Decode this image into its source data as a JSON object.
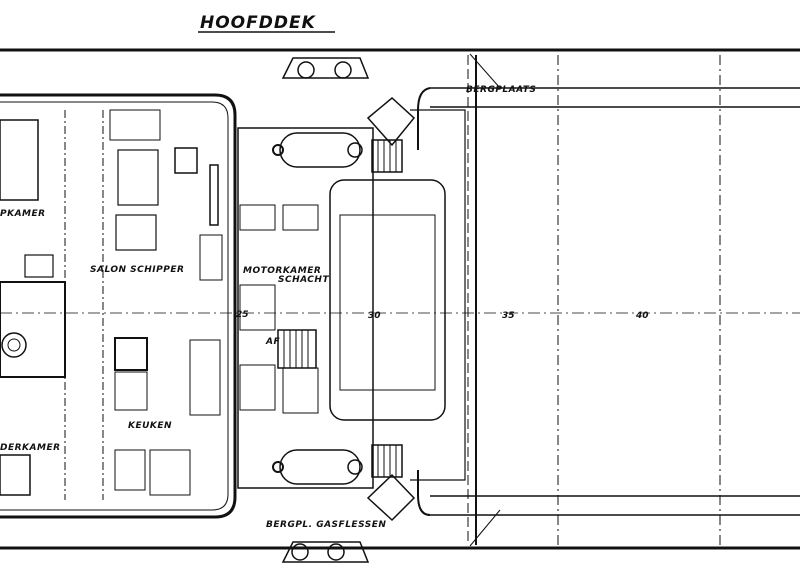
{
  "drawing": {
    "title": "HOOFDDEK",
    "labels": {
      "bergplaats": "BERGPLAATS",
      "kamer_top": "PKAMER",
      "salon": "SALON SCHIPPER",
      "motorkamer": "MOTORKAMER",
      "schacht": "SCHACHT",
      "af": "AF",
      "keuken": "KEUKEN",
      "kamer_bottom": "DERKAMER",
      "bergpl_gas": "BERGPL. GASFLESSEN"
    },
    "frame_numbers": [
      "25",
      "30",
      "35",
      "40"
    ]
  }
}
